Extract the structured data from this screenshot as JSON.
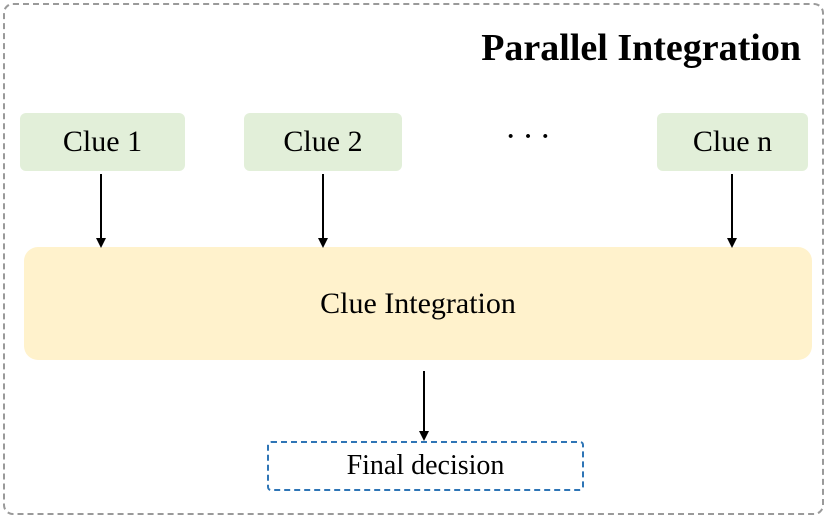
{
  "diagram": {
    "title": "Parallel Integration",
    "clues": [
      "Clue 1",
      "Clue 2",
      "Clue n"
    ],
    "ellipsis": "···",
    "integration_label": "Clue Integration",
    "final_label": "Final decision"
  },
  "colors": {
    "clue_fill": "#e2efd9",
    "integration_fill": "#fff2cc",
    "final_border": "#2e75b6",
    "frame_border": "#9a9a9a"
  }
}
